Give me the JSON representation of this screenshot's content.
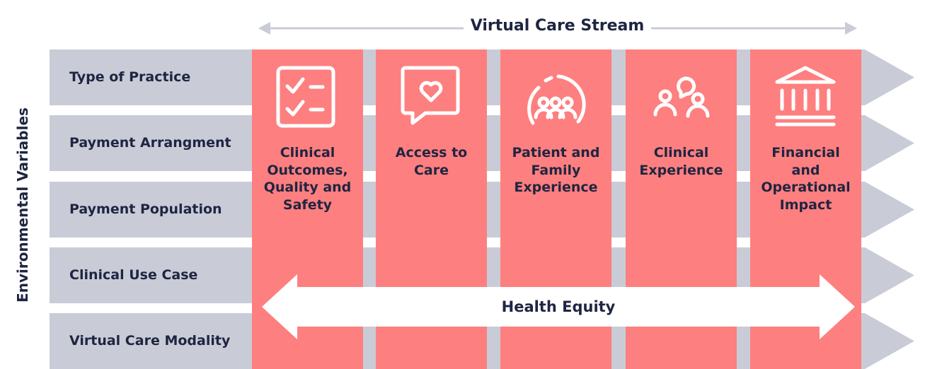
{
  "header": {
    "title": "Virtual Care Stream"
  },
  "side_label": "Environmental Variables",
  "rows": [
    {
      "label": "Type of Practice"
    },
    {
      "label": "Payment Arrangment"
    },
    {
      "label": "Payment Population"
    },
    {
      "label": "Clinical Use Case"
    },
    {
      "label": "Virtual Care Modality"
    }
  ],
  "columns": [
    {
      "label": "Clinical\nOutcomes,\nQuality and\nSafety",
      "icon": "checklist-icon"
    },
    {
      "label": "Access to\nCare",
      "icon": "heart-chat-icon"
    },
    {
      "label": "Patient and\nFamily\nExperience",
      "icon": "family-group-icon"
    },
    {
      "label": "Clinical\nExperience",
      "icon": "people-chat-icon"
    },
    {
      "label": "Financial\nand\nOperational\nImpact",
      "icon": "bank-icon"
    }
  ],
  "equity": {
    "label": "Health Equity"
  },
  "colors": {
    "coral": "#fe7f7f",
    "gray": "#c9ccd7",
    "text": "#1f2541"
  }
}
